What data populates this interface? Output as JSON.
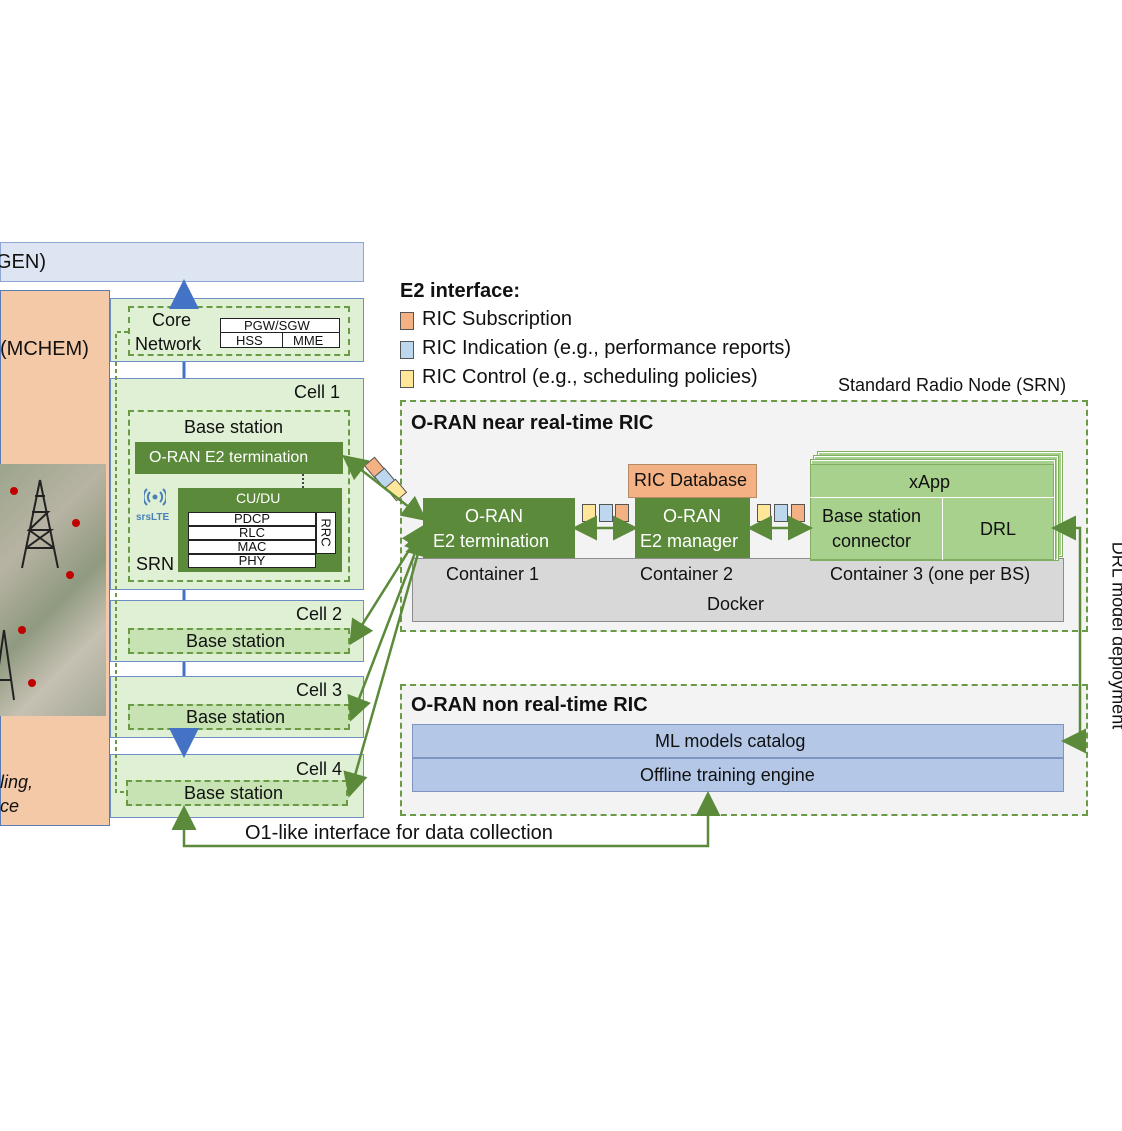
{
  "left": {
    "banner_text": "GEN)",
    "mchem_text": "(MCHEM)",
    "bottom_line1": "ling,",
    "bottom_line2": "ce"
  },
  "core": {
    "title_line1": "Core",
    "title_line2": "Network",
    "pgw": "PGW/SGW",
    "hss": "HSS",
    "mme": "MME"
  },
  "cells": {
    "cell1": "Cell 1",
    "cell2": "Cell 2",
    "cell3": "Cell 3",
    "cell4": "Cell 4",
    "base_station": "Base station",
    "e2_termination": "O-RAN  E2 termination",
    "srslte": "srsLTE",
    "cudu": "CU/DU",
    "stack": [
      "PDCP",
      "RLC",
      "MAC",
      "PHY"
    ],
    "rrc": "RRC",
    "srn": "SRN"
  },
  "legend": {
    "title": "E2 interface:",
    "items": [
      {
        "label": "RIC Subscription",
        "color": "#f4b183"
      },
      {
        "label": "RIC Indication (e.g., performance reports)",
        "color": "#bdd7ee"
      },
      {
        "label": "RIC Control (e.g., scheduling policies)",
        "color": "#ffe699"
      }
    ]
  },
  "srn_label": "Standard Radio Node (SRN)",
  "near_rt": {
    "title": "O-RAN near real-time RIC",
    "e2term_line1": "O-RAN",
    "e2term_line2": "E2 termination",
    "e2mgr_line1": "O-RAN",
    "e2mgr_line2": "E2 manager",
    "ric_db": "RIC Database",
    "xapp": "xApp",
    "bs_connector_line1": "Base station",
    "bs_connector_line2": "connector",
    "drl": "DRL",
    "container1": "Container 1",
    "container2": "Container 2",
    "container3": "Container 3 (one per BS)",
    "docker": "Docker"
  },
  "non_rt": {
    "title": "O-RAN non real-time RIC",
    "catalog": "ML models catalog",
    "training": "Offline training engine"
  },
  "drl_deploy": "DRL model deployment",
  "o1": "O1-like interface for data collection",
  "colors": {
    "green_dark": "#5a8a3a",
    "green_light": "#a9d18e",
    "link": "#5a8a3a",
    "accent_blue": "#4472c4"
  }
}
